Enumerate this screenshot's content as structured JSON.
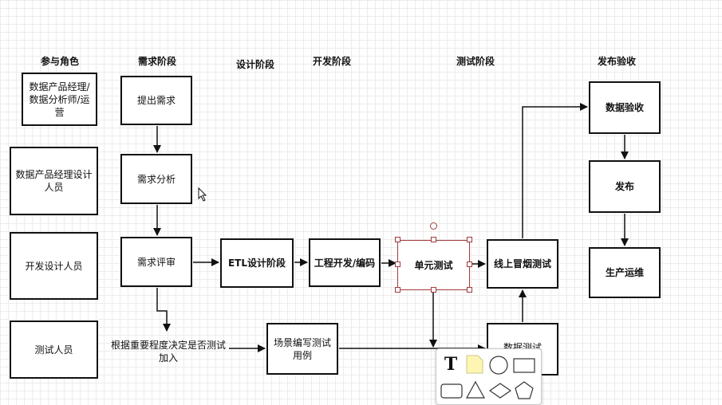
{
  "headers": {
    "roles": "参与角色",
    "requirements": "需求阶段",
    "design": "设计阶段",
    "development": "开发阶段",
    "testing": "测试阶段",
    "release": "发布验收"
  },
  "roles": {
    "product_analyst_ops": "数据产品经理/数据分析师/运营",
    "product_designer": "数据产品经理设计人员",
    "developer": "开发设计人员",
    "tester": "测试人员"
  },
  "steps": {
    "propose_requirement": "提出需求",
    "requirement_analysis": "需求分析",
    "requirement_review": "需求评审",
    "etl_design": "ETL设计阶段",
    "engineering_dev": "工程开发/编码",
    "unit_test": "单元测试",
    "smoke_test": "线上冒烟测试",
    "data_test": "数据测试",
    "test_cases": "场景编写测试用例",
    "data_acceptance": "数据验收",
    "release": "发布",
    "production_ops": "生产运维"
  },
  "labels": {
    "test_decision": "根据重要程度决定是否测试加入"
  },
  "palette": {
    "items": [
      "text-tool",
      "note-shape",
      "circle-shape",
      "rectangle-shape",
      "rounded-rectangle-shape",
      "triangle-shape",
      "diamond-shape",
      "pentagon-shape"
    ],
    "text_glyph": "T",
    "note_color": "#fdf6b2"
  },
  "colors": {
    "selection": "#a03b3b",
    "stroke": "#111111"
  }
}
